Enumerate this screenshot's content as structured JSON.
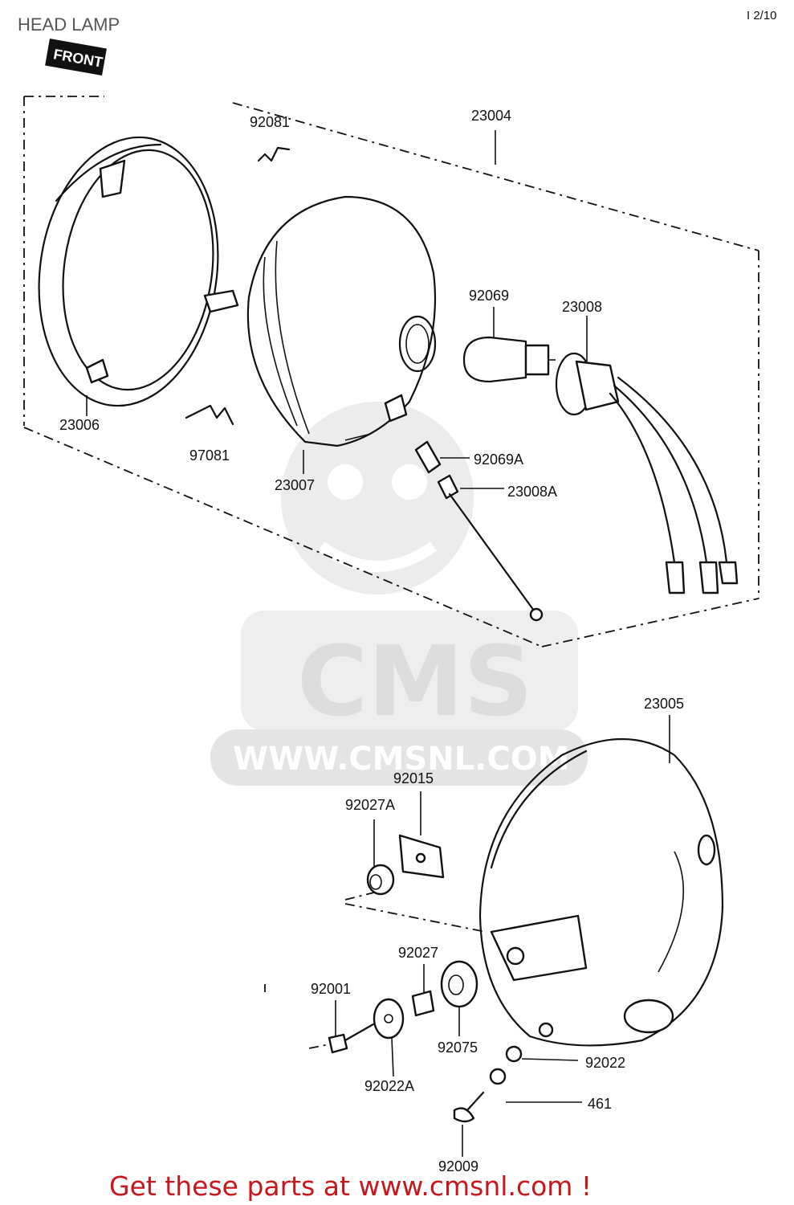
{
  "header": {
    "title": "HEAD LAMP",
    "page_code": "I 2/10"
  },
  "front_tag": "FRONT",
  "watermark": {
    "logo": "CMS",
    "url": "WWW.CMSNL.COM"
  },
  "part_numbers": {
    "p23004": "23004",
    "p92081_top": "92081",
    "p92081_bottom": "97081",
    "p23006": "23006",
    "p23007": "23007",
    "p92069": "92069",
    "p23008": "23008",
    "p92069A": "92069A",
    "p23008A": "23008A",
    "p23005": "23005",
    "p92015": "92015",
    "p92027A": "92027A",
    "p92027": "92027",
    "p92001": "92001",
    "p92075": "92075",
    "p92022": "92022",
    "p92022A": "92022A",
    "p461": "461",
    "p92009": "92009"
  },
  "footer": {
    "promo": "Get these parts at www.cmsnl.com !"
  }
}
